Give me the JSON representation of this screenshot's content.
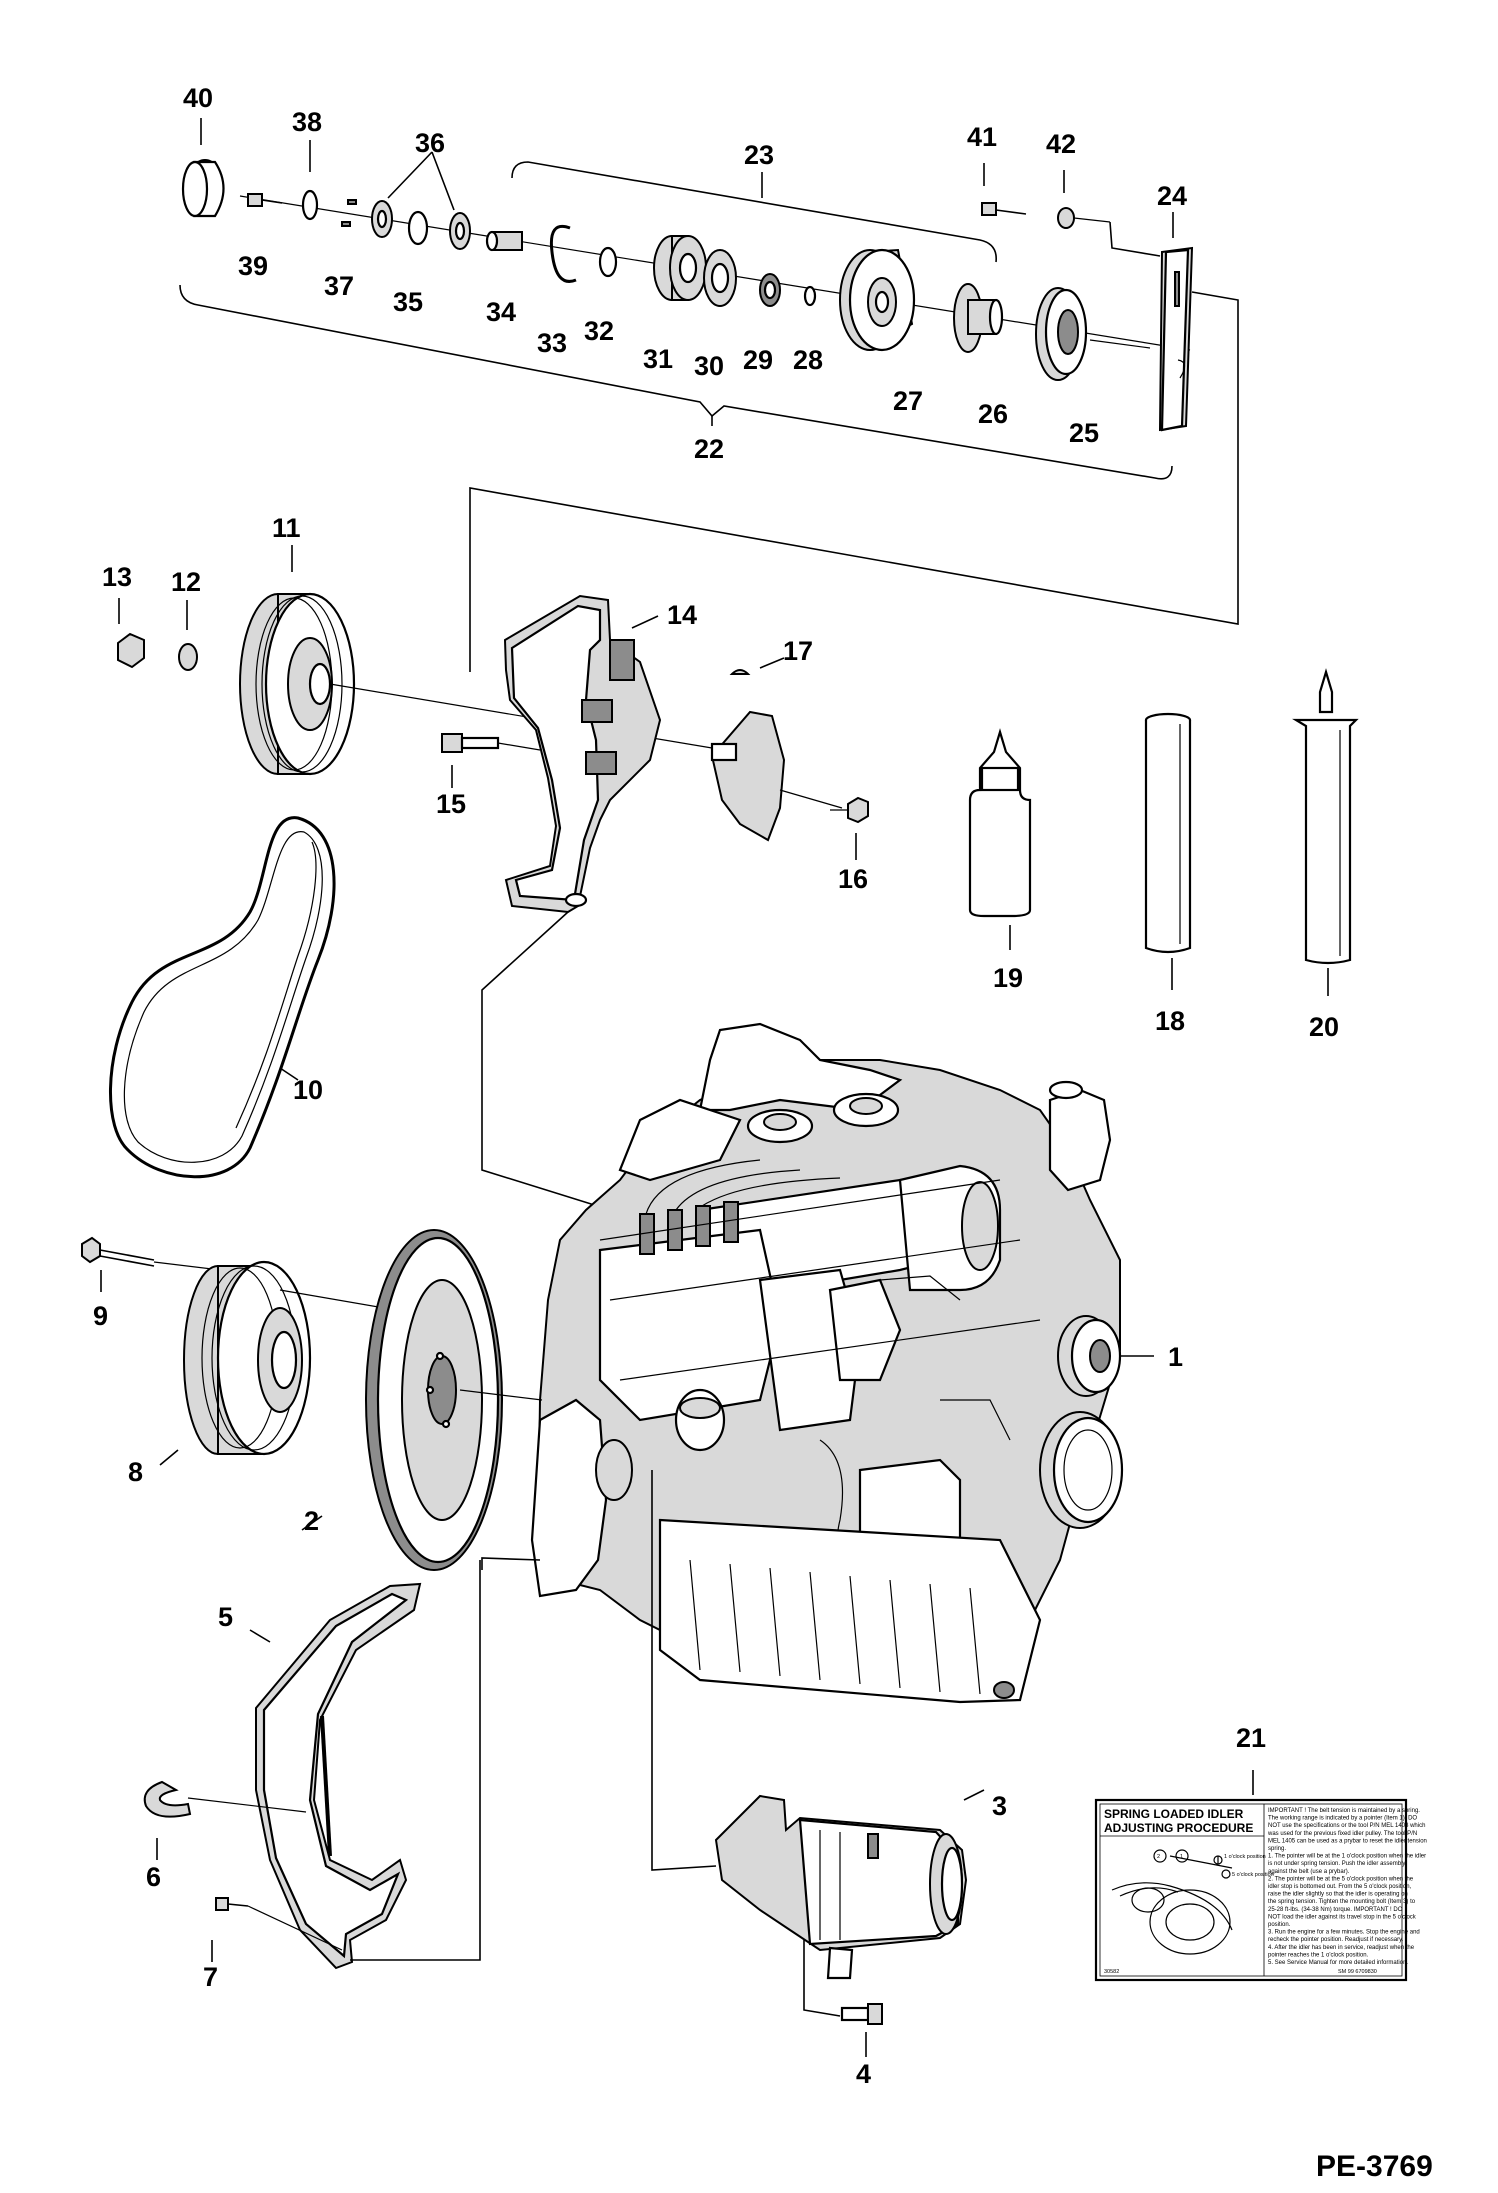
{
  "callouts": {
    "c1": "1",
    "c2": "2",
    "c3": "3",
    "c4": "4",
    "c5": "5",
    "c6": "6",
    "c7": "7",
    "c8": "8",
    "c9": "9",
    "c10": "10",
    "c11": "11",
    "c12": "12",
    "c13": "13",
    "c14": "14",
    "c15": "15",
    "c16": "16",
    "c17": "17",
    "c18": "18",
    "c19": "19",
    "c20": "20",
    "c21": "21",
    "c22": "22",
    "c23": "23",
    "c24": "24",
    "c25": "25",
    "c26": "26",
    "c27": "27",
    "c28": "28",
    "c29": "29",
    "c30": "30",
    "c31": "31",
    "c32": "32",
    "c33": "33",
    "c34": "34",
    "c35": "35",
    "c36": "36",
    "c37": "37",
    "c38": "38",
    "c39": "39",
    "c40": "40",
    "c41": "41",
    "c42": "42"
  },
  "reference": "PE-3769",
  "decal": {
    "title_line1": "SPRING LOADED IDLER",
    "title_line2": "ADJUSTING PROCEDURE",
    "lines": [
      "IMPORTANT ! The belt tension is maintained by a spring.",
      "The working range is indicated by a pointer (Item 1). DO",
      "NOT use the specifications or the tool P/N MEL 1403 which",
      "was used for the previous fixed idler pulley. The tool P/N",
      "MEL 1405 can be used as a prybar to reset the idler tension",
      "spring.",
      "1. The pointer will be at the 1 o'clock position when the idler",
      "is not under spring tension. Push the idler assembly",
      "against the belt (use a prybar).",
      "2. The pointer will be at the 5 o'clock position when the",
      "idler stop is bottomed out. From the 5 o'clock position,",
      "raise the idler slightly so that the idler is operating on",
      "the spring tension. Tighten the mounting bolt (Item 3) to",
      "25-28 ft-lbs. (34-38 Nm) torque. IMPORTANT ! DO",
      "NOT load the idler against its travel stop in the 5 o'clock",
      "position.",
      "3. Run the engine for a few minutes. Stop the engine and",
      "recheck the pointer position. Readjust if necessary.",
      "4. After the idler has been in service, readjust when the",
      "pointer reaches the 1 o'clock position.",
      "5. See Service Manual for more detailed information."
    ],
    "label_1oclock": "1 o'clock position",
    "label_5oclock": "5 o'clock position",
    "marker_1": "1",
    "marker_2": "2",
    "marker_3": "3",
    "footer_left": "30582",
    "footer_right": "SM 99 6709830"
  }
}
